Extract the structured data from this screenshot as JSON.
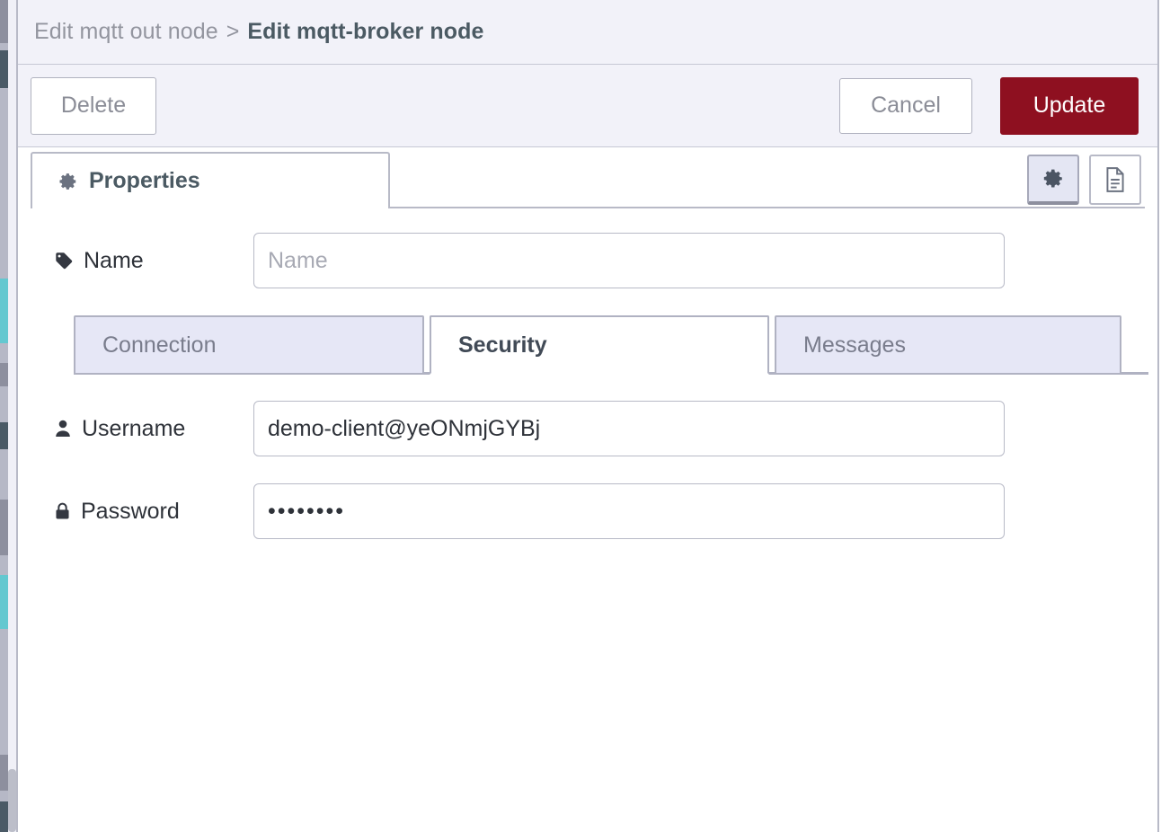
{
  "window": {
    "breadcrumb": {
      "parent": "Edit mqtt out node",
      "separator": ">",
      "current": "Edit mqtt-broker node"
    }
  },
  "toolbar": {
    "delete_label": "Delete",
    "cancel_label": "Cancel",
    "update_label": "Update",
    "primary_color": "#8e1020"
  },
  "tabs": {
    "main": [
      {
        "label": "Properties",
        "icon": "gear-icon",
        "active": true
      }
    ],
    "icon_buttons": [
      {
        "name": "gear-icon",
        "active": true
      },
      {
        "name": "document-icon",
        "active": false
      }
    ]
  },
  "form": {
    "name": {
      "label": "Name",
      "icon": "tag-icon",
      "value": "",
      "placeholder": "Name"
    },
    "username": {
      "label": "Username",
      "icon": "user-icon",
      "value": "demo-client@yeONmjGYBj",
      "placeholder": ""
    },
    "password": {
      "label": "Password",
      "icon": "lock-icon",
      "value": "••••••••",
      "placeholder": ""
    }
  },
  "subtabs": [
    {
      "label": "Connection",
      "active": false
    },
    {
      "label": "Security",
      "active": true
    },
    {
      "label": "Messages",
      "active": false
    }
  ]
}
